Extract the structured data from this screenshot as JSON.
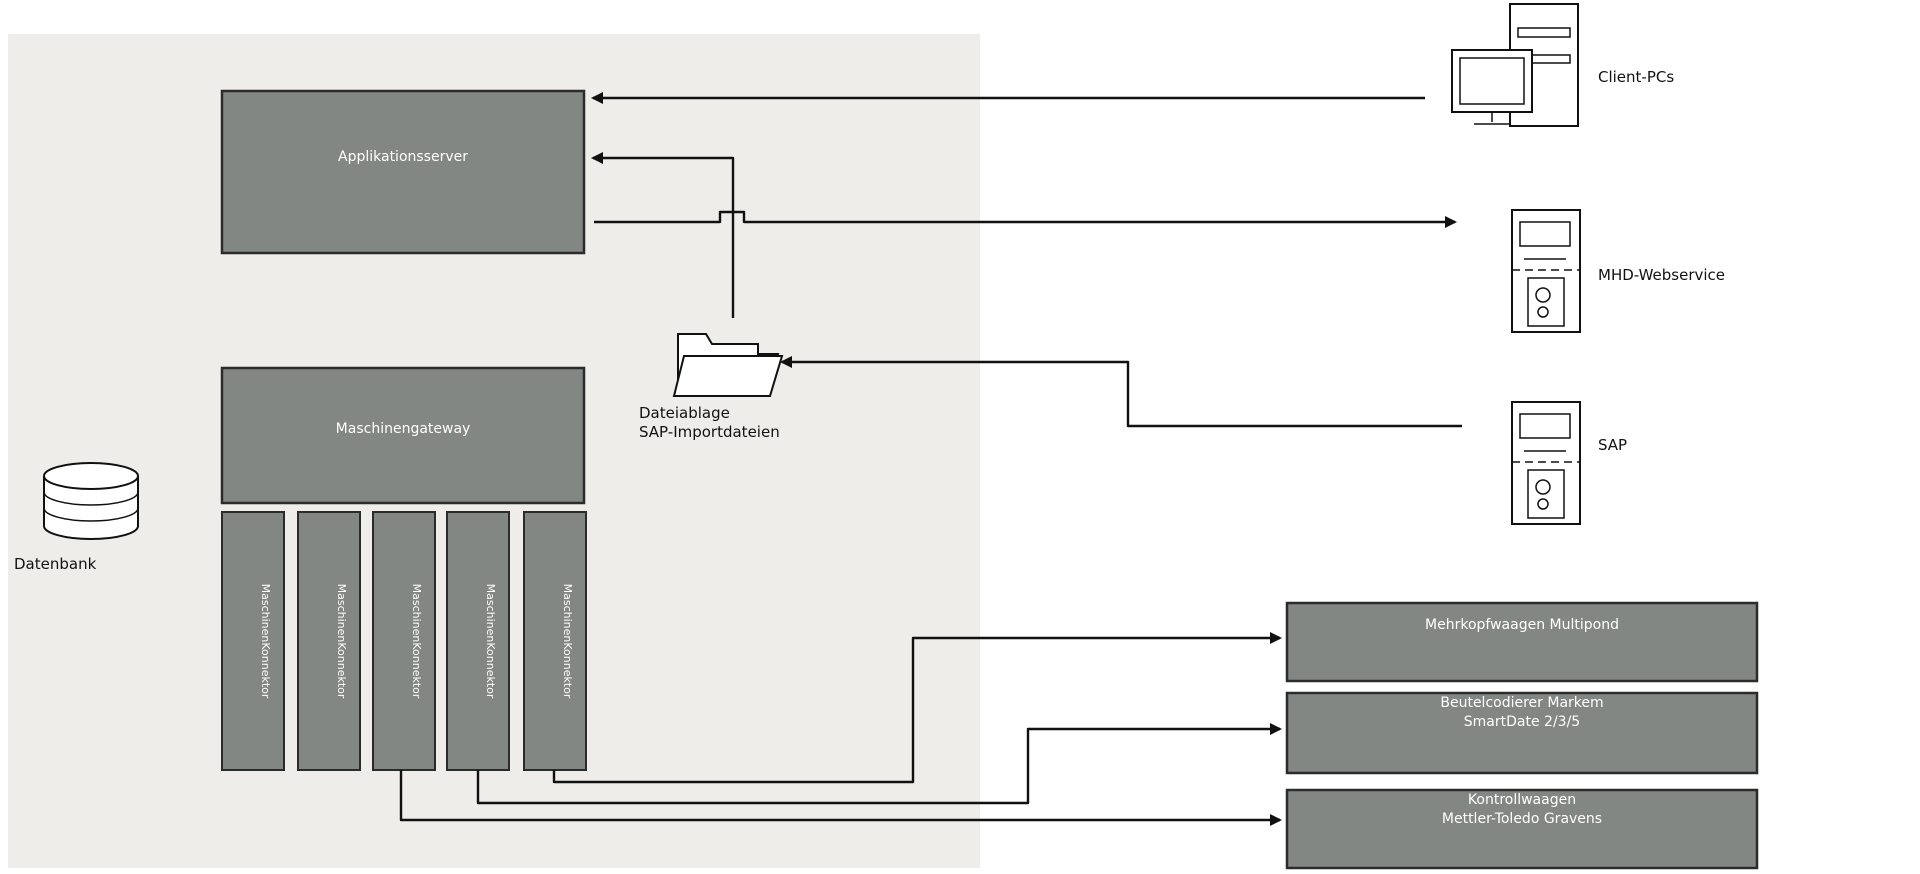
{
  "colors": {
    "zone_background": "#eeedea",
    "box_fill": "#838784",
    "box_text": "#ffffff",
    "line": "#111111"
  },
  "server": {
    "app": "Applikationsserver",
    "gateway": "Maschinengateway"
  },
  "connectors": {
    "label": "MaschinenKonnektor"
  },
  "database": {
    "label": "Datenbank",
    "icon": "database-icon"
  },
  "file_storage": {
    "line1": "Dateiablage",
    "line2": "SAP-Importdateien",
    "icon": "folder-icon"
  },
  "external": {
    "clients": {
      "label": "Client-PCs",
      "icon": "client-pc-icon"
    },
    "mhd": {
      "label": "MHD-Webservice",
      "icon": "server-icon"
    },
    "sap": {
      "label": "SAP",
      "icon": "server-icon"
    }
  },
  "machines": {
    "multipond": {
      "line1": "Mehrkopfwaagen Multipond"
    },
    "markem": {
      "line1": "Beutelcodierer Markem",
      "line2": "SmartDate 2/3/5"
    },
    "mettler": {
      "line1": "Kontrollwaagen",
      "line2": "Mettler-Toledo Gravens"
    }
  }
}
